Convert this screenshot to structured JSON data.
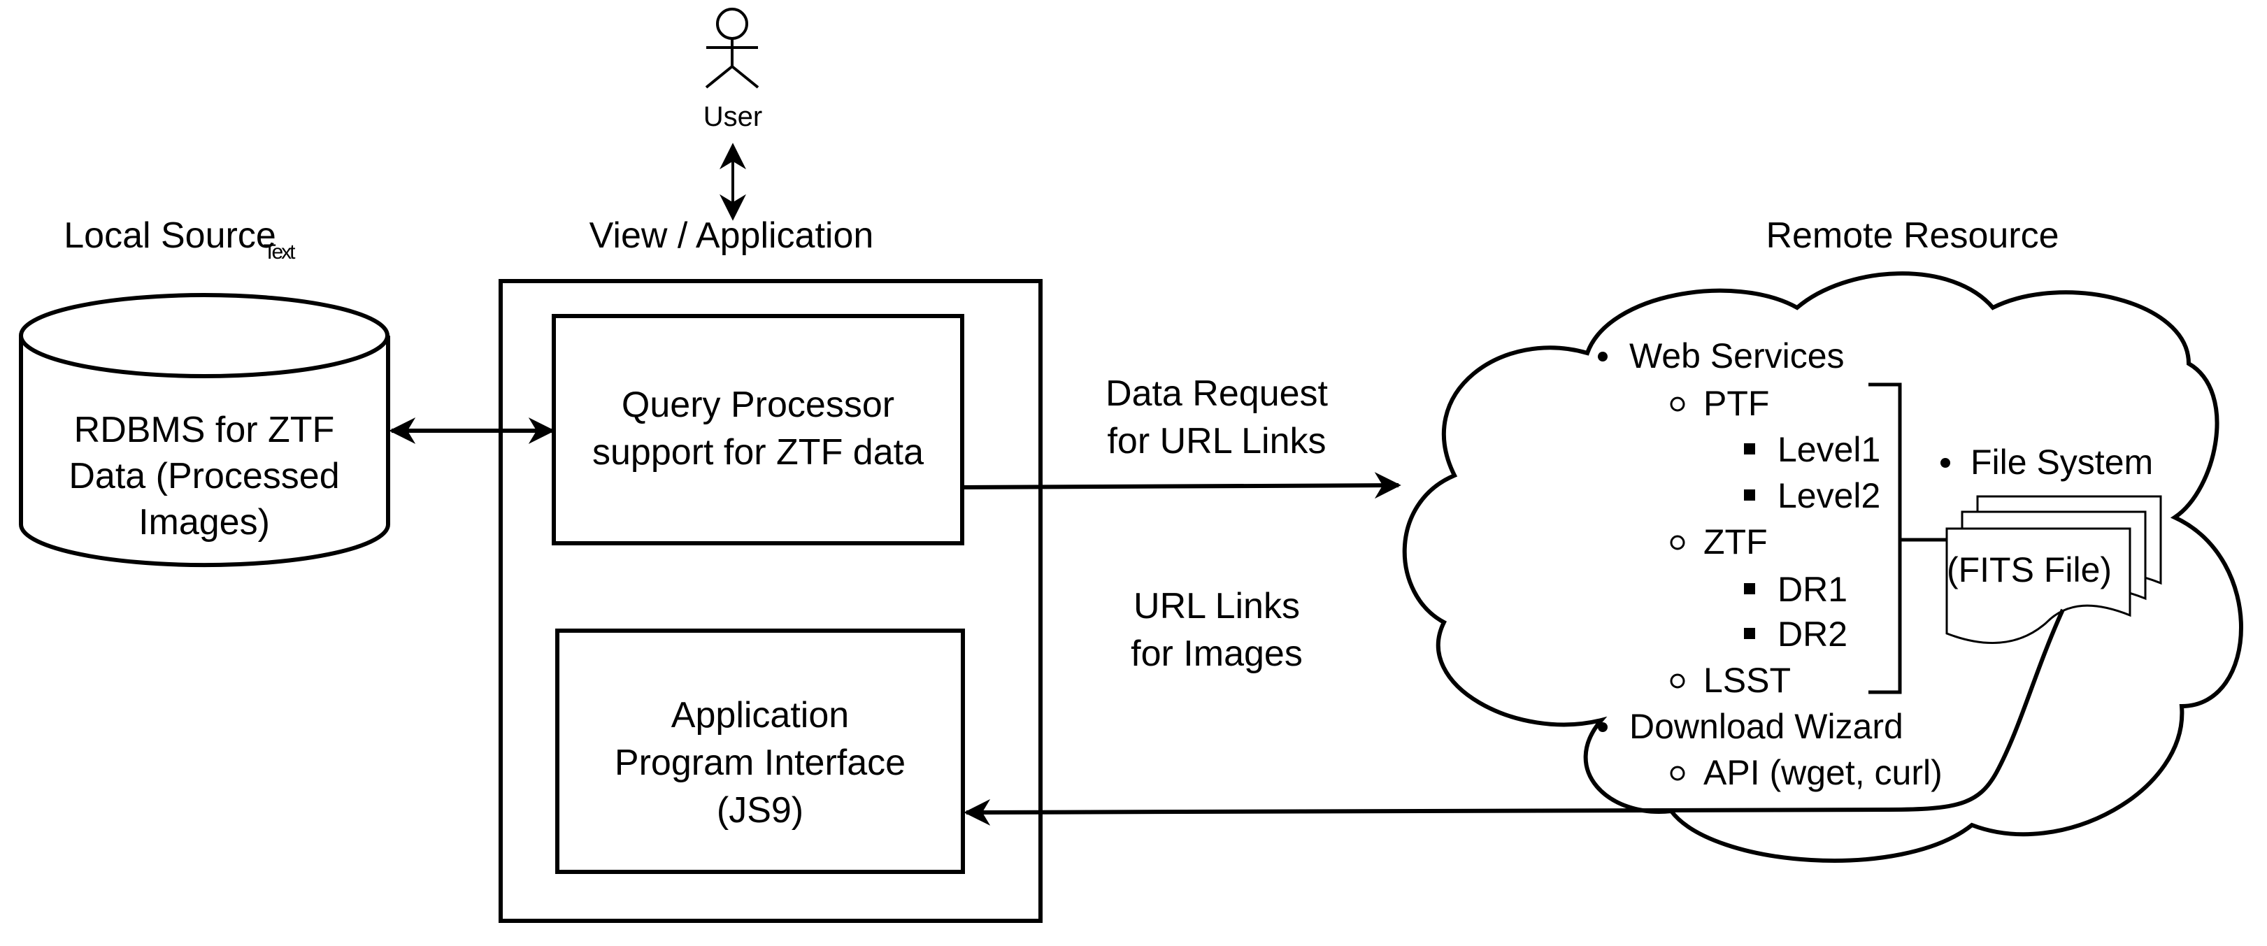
{
  "diagram": {
    "user": {
      "label": "User"
    },
    "local": {
      "title": "Local Source",
      "title_stray": "Text",
      "db_lines": [
        "RDBMS for ZTF",
        "Data (Processed",
        "Images)"
      ]
    },
    "view": {
      "title": "View / Application",
      "query_lines": [
        "Query Processor",
        "support for ZTF data"
      ],
      "api_lines": [
        "Application",
        "Program Interface",
        "(JS9)"
      ]
    },
    "arrows": {
      "request_lines": [
        "Data Request",
        "for URL Links"
      ],
      "response_lines": [
        "URL Links",
        "for Images"
      ]
    },
    "remote": {
      "title": "Remote Resource",
      "web_services": "Web Services",
      "ptf": "PTF",
      "level1": "Level1",
      "level2": "Level2",
      "ztf": "ZTF",
      "dr1": "DR1",
      "dr2": "DR2",
      "lsst": "LSST",
      "download_wizard": "Download Wizard",
      "api_tools": "API (wget, curl)",
      "file_system": "File System",
      "fits_file": "(FITS File)"
    }
  }
}
